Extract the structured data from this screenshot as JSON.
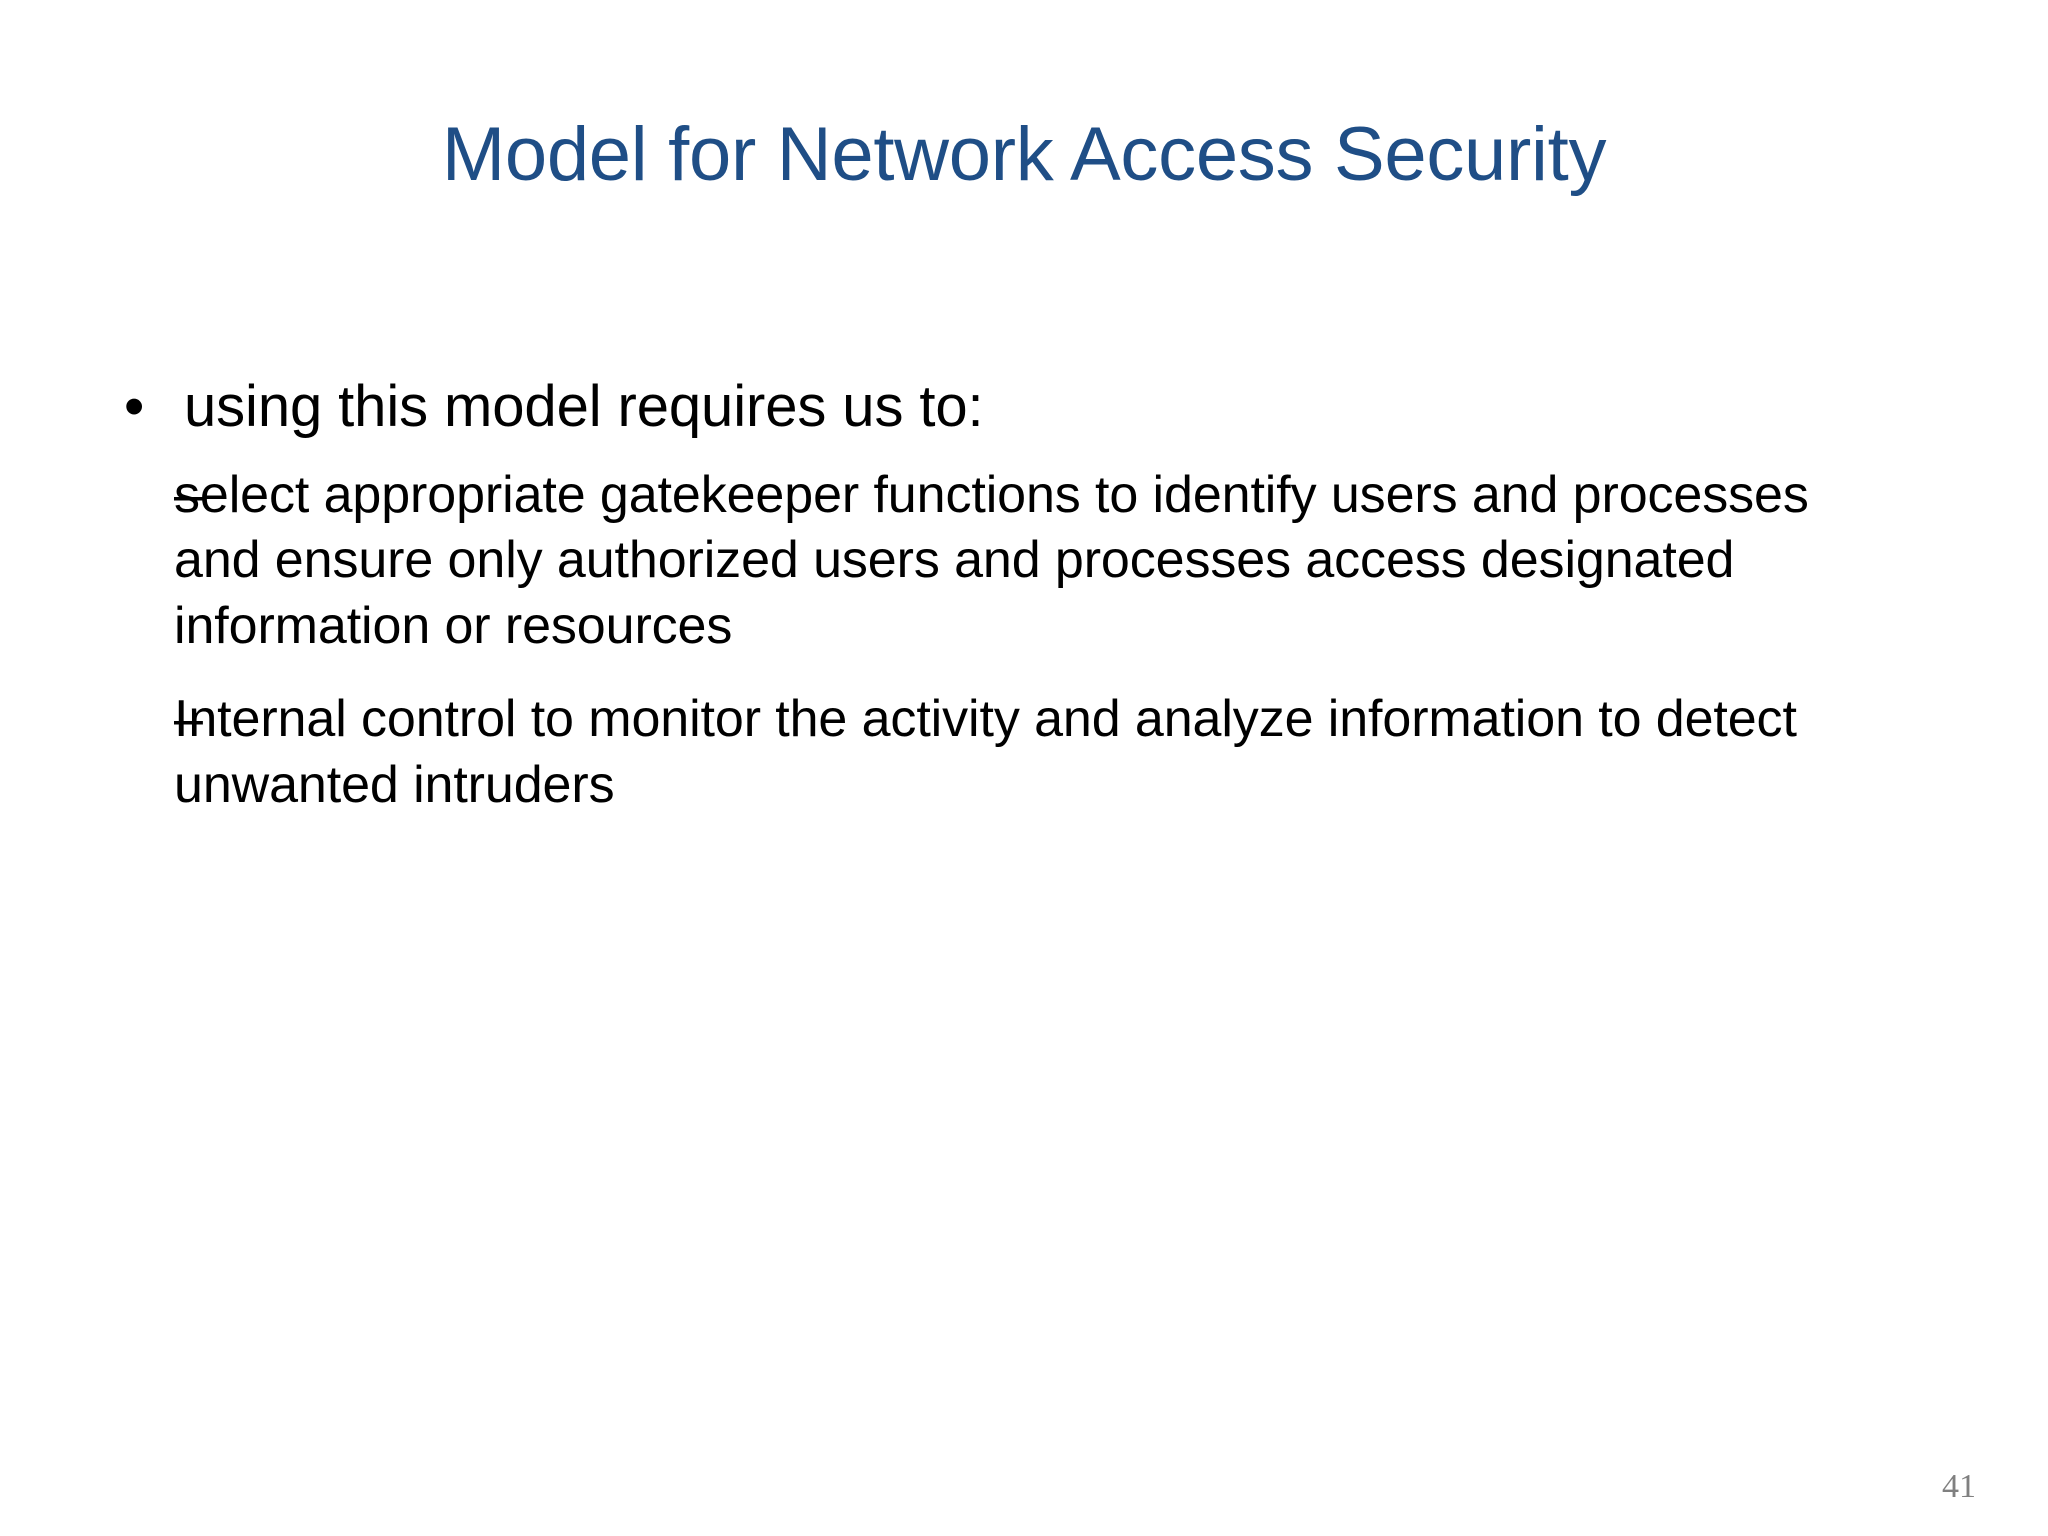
{
  "slide": {
    "background_color": "#FFFFFF",
    "title": "Model for Network Access Security",
    "title_color": "#1F4E86",
    "body_text_color": "#000000",
    "page_number": "41",
    "page_number_color": "#808080"
  },
  "content": {
    "level1": {
      "marker": "•",
      "text": "using this model requires us to:"
    },
    "level2": [
      {
        "marker": "–",
        "text": "select appropriate gatekeeper functions to identify users and processes and ensure only authorized users and processes access designated information or resources"
      },
      {
        "marker": "–",
        "text": "Internal control to monitor the activity and analyze information to detect unwanted intruders"
      }
    ]
  }
}
